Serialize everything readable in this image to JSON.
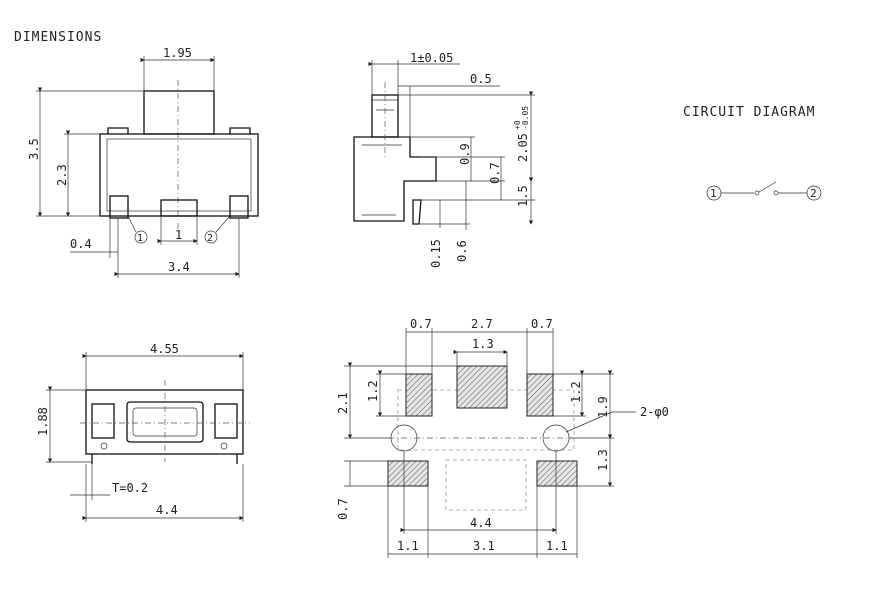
{
  "titles": {
    "dimensions": "DIMENSIONS",
    "circuit": "CIRCUIT DIAGRAM"
  },
  "front_view": {
    "top_width": "1.95",
    "total_height": "3.5",
    "body_height": "2.3",
    "pin_offset": "0.4",
    "pin_gap": "1",
    "total_width": "3.4",
    "pin1": "1",
    "pin2": "2"
  },
  "side_view": {
    "actuator": "1±0.05",
    "offset": "0.5",
    "d1": "0.9",
    "d2": "0.7",
    "height": "2.05",
    "height_tol_plus": "+0",
    "height_tol_minus": "-0.05",
    "base": "1.5",
    "lead1": "0.15",
    "lead2": "0.6"
  },
  "top_view": {
    "width": "4.55",
    "height": "1.88",
    "thickness": "T=0.2",
    "lead_span": "4.4"
  },
  "pcb_layout": {
    "top_left": "0.7",
    "top_mid": "2.7",
    "top_right": "0.7",
    "center_pad": "1.3",
    "left_h": "2.1",
    "left_pad_h": "1.2",
    "right_pad_h": "1.2",
    "right_h": "1.9",
    "holes": "2-φ0",
    "lower_h": "1.3",
    "bottom_pad_h": "0.7",
    "hole_span": "4.4",
    "bot_left": "1.1",
    "bot_mid": "3.1",
    "bot_right": "1.1"
  },
  "circuit": {
    "pin1": "1",
    "pin2": "2"
  }
}
